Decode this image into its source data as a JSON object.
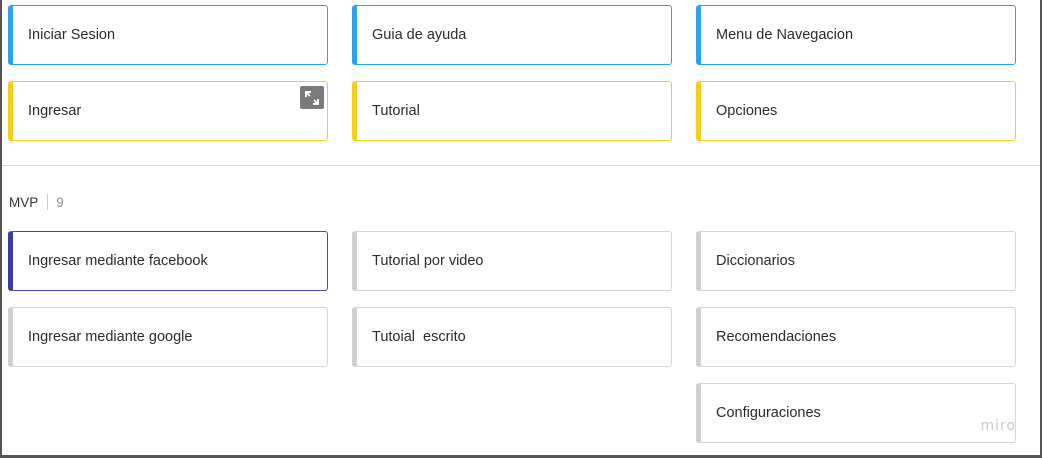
{
  "top_cards": [
    {
      "label": "Iniciar Sesion",
      "color": "#2da1eb"
    },
    {
      "label": "Guia de ayuda",
      "color": "#2da1eb"
    },
    {
      "label": "Menu de Navegacion",
      "color": "#2da1eb"
    },
    {
      "label": "Ingresar",
      "color": "#f5cd1c"
    },
    {
      "label": "Tutorial",
      "color": "#f5cd1c"
    },
    {
      "label": "Opciones",
      "color": "#f5cd1c"
    }
  ],
  "section": {
    "title": "MVP",
    "count": "9"
  },
  "mvp_cards": [
    {
      "label": "Ingresar mediante facebook",
      "color": "#3c3ca0"
    },
    {
      "label": "Tutorial por video",
      "color": "#cfcfcf"
    },
    {
      "label": "Diccionarios",
      "color": "#cfcfcf"
    },
    {
      "label": "Ingresar mediante google",
      "color": "#cfcfcf"
    },
    {
      "label": "Tutoial  escrito",
      "color": "#cfcfcf"
    },
    {
      "label": "Recomendaciones",
      "color": "#cfcfcf"
    },
    {
      "label": "Configuraciones",
      "color": "#cfcfcf"
    }
  ],
  "watermark": "miro",
  "icons": {
    "expand": "expand-icon"
  }
}
